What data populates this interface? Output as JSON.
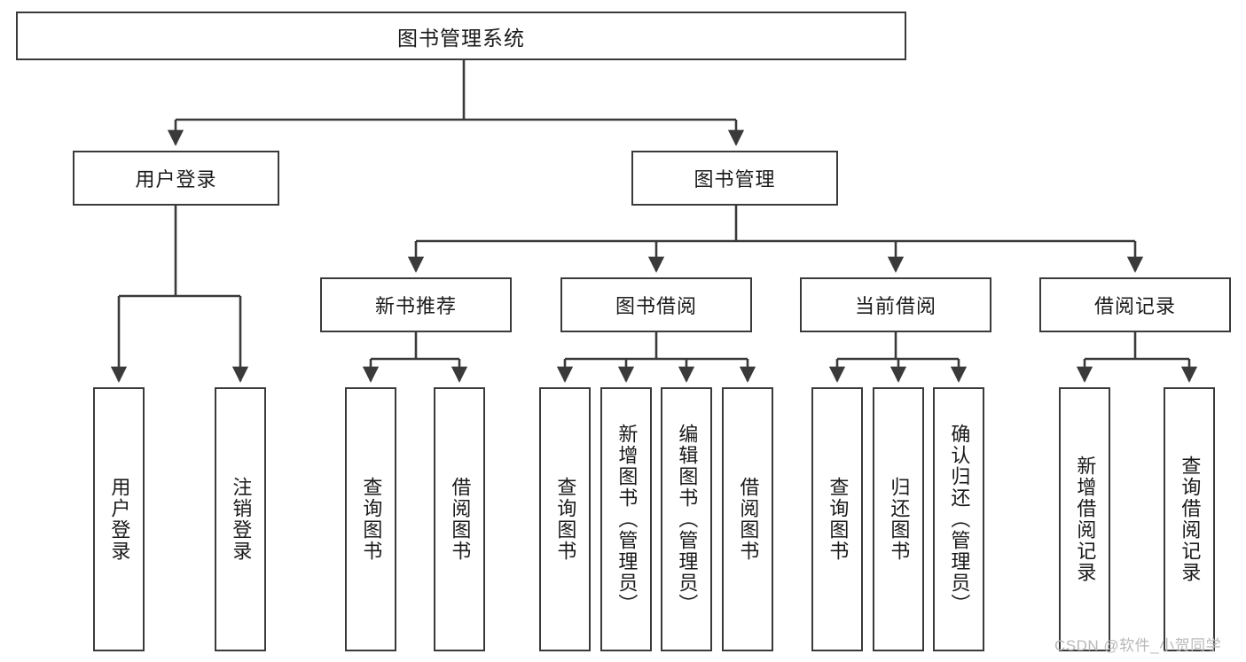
{
  "diagram": {
    "type": "tree",
    "orientation": "top-down",
    "root": {
      "id": "root",
      "label": "图书管理系统"
    },
    "level1": [
      {
        "id": "user-login",
        "label": "用户登录"
      },
      {
        "id": "book-manage",
        "label": "图书管理"
      }
    ],
    "level2": [
      {
        "id": "new-book-recommend",
        "label": "新书推荐",
        "parent": "book-manage"
      },
      {
        "id": "book-borrow",
        "label": "图书借阅",
        "parent": "book-manage"
      },
      {
        "id": "current-borrow",
        "label": "当前借阅",
        "parent": "book-manage"
      },
      {
        "id": "borrow-record",
        "label": "借阅记录",
        "parent": "book-manage"
      }
    ],
    "leaves": {
      "user-login": [
        {
          "id": "leaf-user-login",
          "label": "用户登录"
        },
        {
          "id": "leaf-logout-login",
          "label": "注销登录"
        }
      ],
      "new-book-recommend": [
        {
          "id": "leaf-query-book-1",
          "label": "查询图书"
        },
        {
          "id": "leaf-borrow-book-1",
          "label": "借阅图书"
        }
      ],
      "book-borrow": [
        {
          "id": "leaf-query-book-2",
          "label": "查询图书"
        },
        {
          "id": "leaf-add-book",
          "label": "新增图书（管理员）"
        },
        {
          "id": "leaf-edit-book",
          "label": "编辑图书（管理员）"
        },
        {
          "id": "leaf-borrow-book-2",
          "label": "借阅图书"
        }
      ],
      "current-borrow": [
        {
          "id": "leaf-query-book-3",
          "label": "查询图书"
        },
        {
          "id": "leaf-return-book",
          "label": "归还图书"
        },
        {
          "id": "leaf-confirm-return",
          "label": "确认归还（管理员）"
        }
      ],
      "borrow-record": [
        {
          "id": "leaf-add-record",
          "label": "新增借阅记录"
        },
        {
          "id": "leaf-query-record",
          "label": "查询借阅记录"
        }
      ]
    }
  },
  "watermark": {
    "text": "CSDN @软件_小贺同学"
  },
  "colors": {
    "border": "#3a3a3a",
    "background": "#ffffff",
    "text": "#1a1a1a",
    "watermark": "#b9b9b9"
  }
}
